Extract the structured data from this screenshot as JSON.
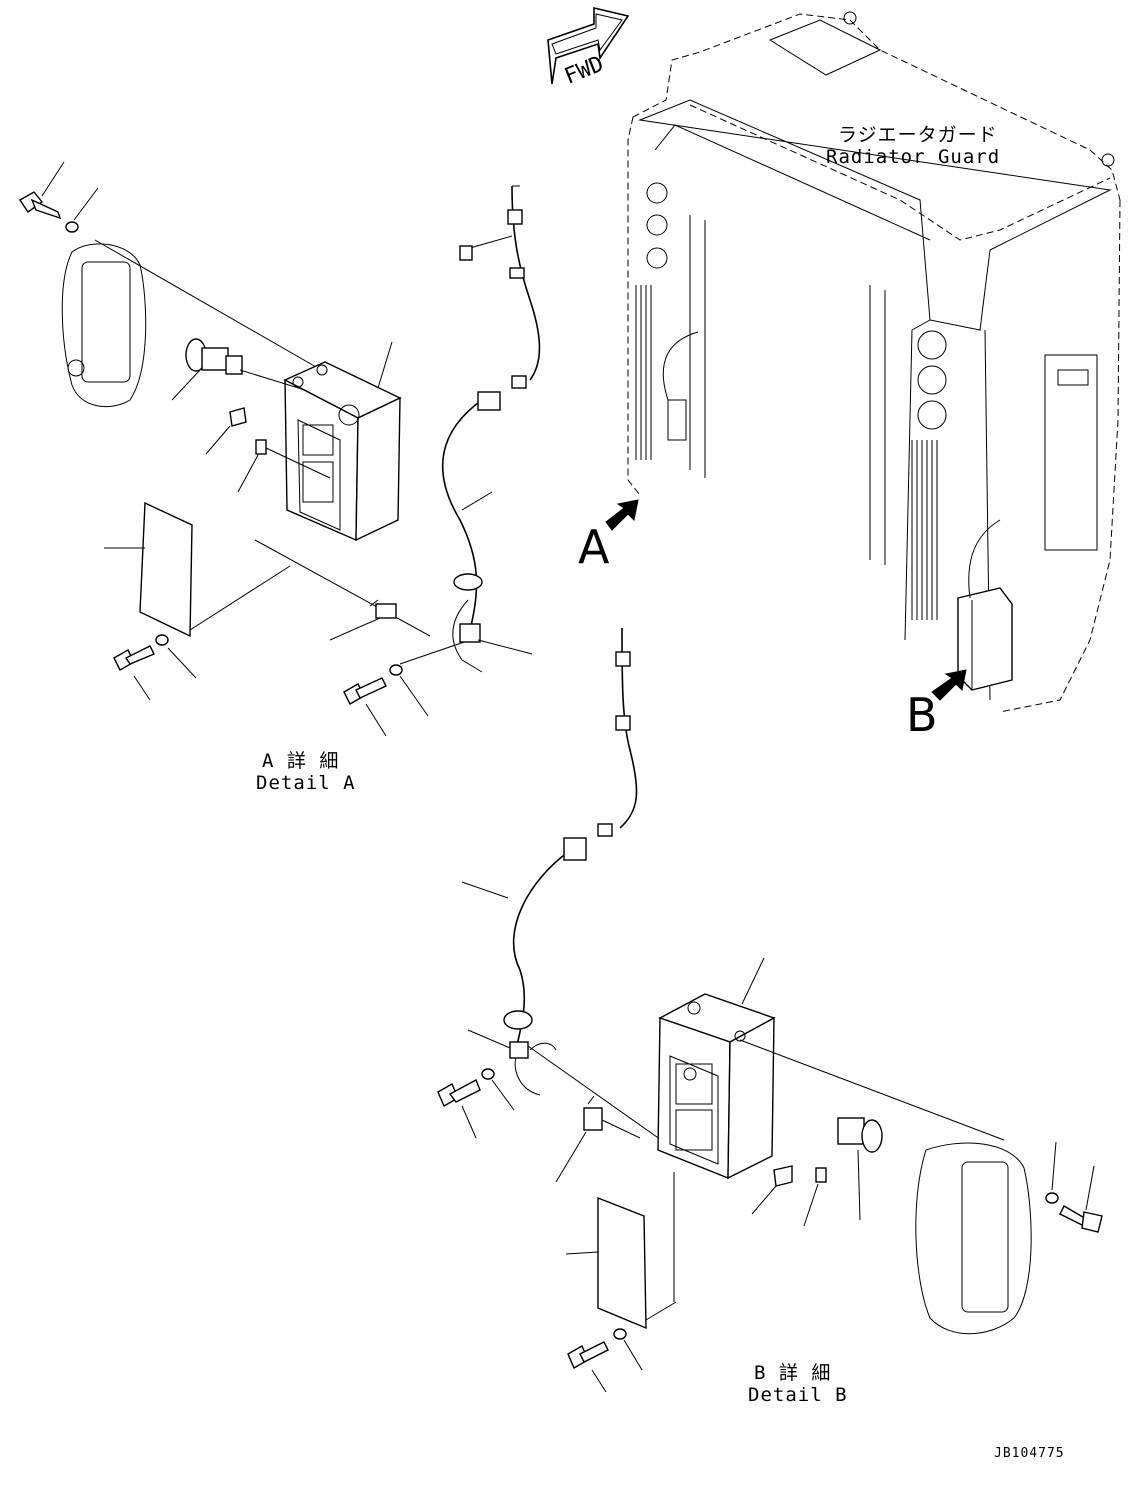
{
  "fwd_arrow": {
    "label": "FWD"
  },
  "radiator_guard": {
    "label_ja": "ラジエータガード",
    "label_en": "Radiator Guard"
  },
  "callouts": {
    "a": "A",
    "b": "B"
  },
  "detail_a": {
    "label_ja": "A 詳 細",
    "label_en": "Detail A"
  },
  "detail_b": {
    "label_ja": "B 詳 細",
    "label_en": "Detail B"
  },
  "doc_id": "JB104775"
}
